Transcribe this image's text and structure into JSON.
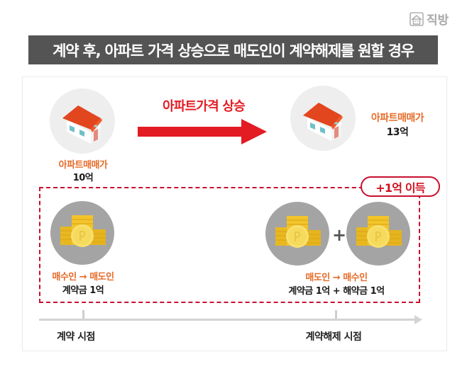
{
  "brand": {
    "logo_icon": "house-logo-icon",
    "name": "직방"
  },
  "title": "계약 후, 아파트 가격 상승으로 매도인이 계약해제를 원할 경우",
  "top_row": {
    "before": {
      "icon": "house-icon",
      "label": "아파트매매가",
      "value": "10억"
    },
    "arrow": {
      "icon": "right-arrow-icon",
      "label": "아파트가격 상승",
      "color": "#e31b23"
    },
    "after": {
      "icon": "house-icon",
      "label": "아파트매매가",
      "value": "13억"
    }
  },
  "profit_badge": {
    "label": "+1억 이득",
    "color": "#c8102e"
  },
  "bottom_row": {
    "left": {
      "icon": "coins-icon",
      "direction": "매수인 → 매도인",
      "amount": "계약금 1억"
    },
    "right": {
      "icons": [
        "coins-icon",
        "coins-icon"
      ],
      "operator": "+",
      "direction": "매도인 → 매수인",
      "amount": "계약금 1억 + 해약금 1억"
    }
  },
  "timeline": {
    "points": [
      {
        "label": "계약 시점"
      },
      {
        "label": "계약해제 시점"
      }
    ]
  },
  "colors": {
    "title_bar": "#545454",
    "orange_label": "#e66a27",
    "red_accent": "#e31b23",
    "dashed_border": "#c8102e",
    "coin_circle": "#a4a4a4",
    "house_circle": "#eeeeee"
  }
}
